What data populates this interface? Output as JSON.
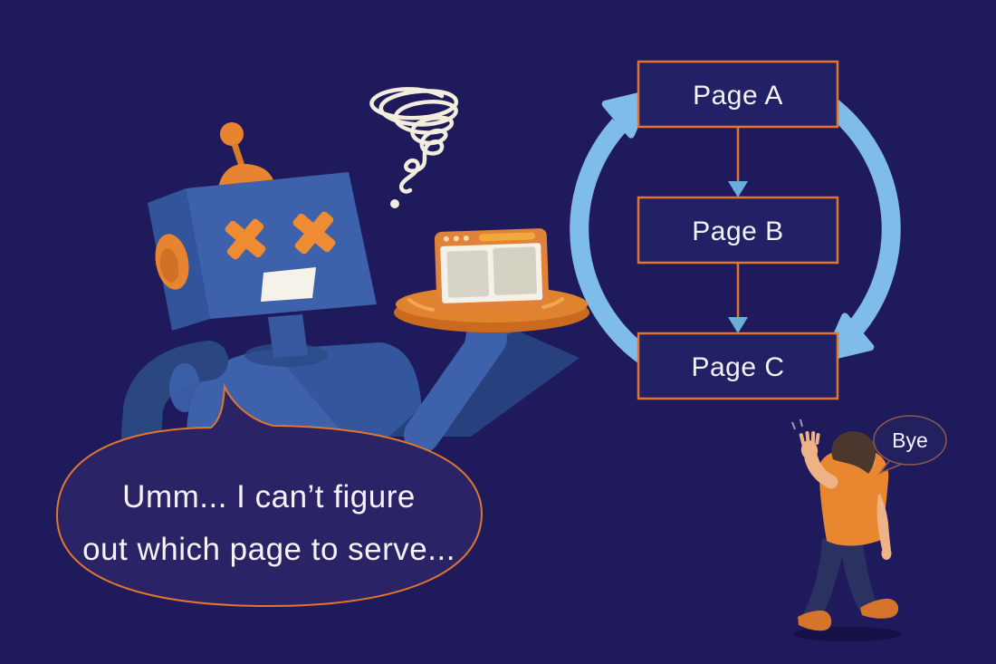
{
  "colors": {
    "background": "#1f1a5b",
    "accent_orange": "#e4752c",
    "loop_arrow_blue": "#7fbce9",
    "connector_arrow_blue": "#6aaede",
    "node_fill": "#232166",
    "text_white": "#f3f3f8",
    "robot_blue": "#3d62ab",
    "robot_blue_dark": "#2a4781",
    "robot_accent_orange": "#e8832f",
    "tray_orange": "#e0832e",
    "browser_frame_orange": "#e0823a",
    "browser_pill_yellow": "#f2a93b",
    "shirt_orange": "#e8872f",
    "skin_tone": "#eeb287",
    "scribble_white": "#f2eddc"
  },
  "redirect_diagram": {
    "nodes": [
      {
        "label": "Page A"
      },
      {
        "label": "Page B"
      },
      {
        "label": "Page C"
      }
    ],
    "loop_description": "Page A redirects to Page B, Page B redirects to Page C, Page C loops back to Page A"
  },
  "robot": {
    "speech_line1": "Umm... I can’t figure",
    "speech_line2": "out which page to serve..."
  },
  "visitor": {
    "speech": "Bye"
  }
}
